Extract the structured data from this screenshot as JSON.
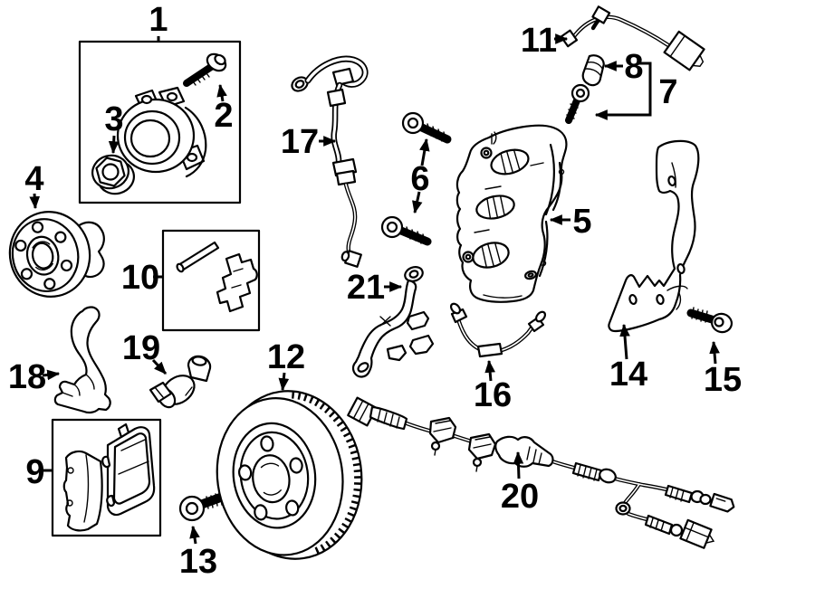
{
  "diagram": {
    "description_visible_text_only": "numbered exploded parts diagram",
    "callouts": [
      {
        "num": "1"
      },
      {
        "num": "2"
      },
      {
        "num": "3"
      },
      {
        "num": "4"
      },
      {
        "num": "5"
      },
      {
        "num": "6"
      },
      {
        "num": "7"
      },
      {
        "num": "8"
      },
      {
        "num": "9"
      },
      {
        "num": "10"
      },
      {
        "num": "11"
      },
      {
        "num": "12"
      },
      {
        "num": "13"
      },
      {
        "num": "14"
      },
      {
        "num": "15"
      },
      {
        "num": "16"
      },
      {
        "num": "17"
      },
      {
        "num": "18"
      },
      {
        "num": "19"
      },
      {
        "num": "20"
      },
      {
        "num": "21"
      }
    ]
  },
  "colors": {
    "line": "#000000",
    "background": "#ffffff"
  }
}
